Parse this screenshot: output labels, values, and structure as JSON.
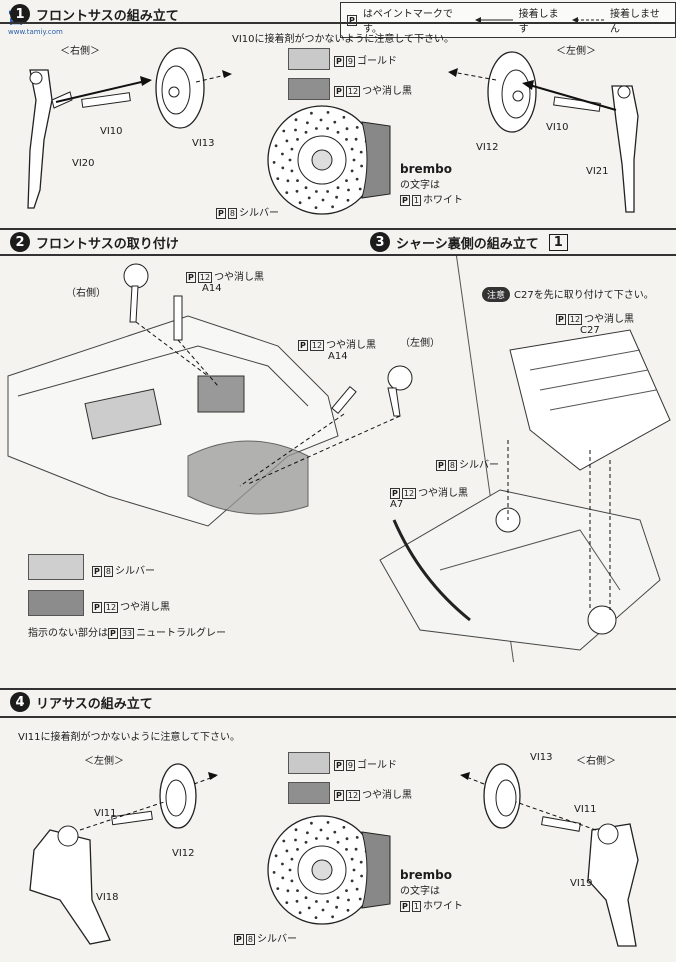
{
  "watermark": {
    "logo_text": "富",
    "site": "www.tamiy.com"
  },
  "legend": {
    "p_mark_note": "はペイントマークです。",
    "glue": "接着します",
    "no_glue": "接着しません"
  },
  "step1": {
    "number": "1",
    "title": "フロントサスの組み立て",
    "note": "VI10に接着剤がつかないように注意して下さい。",
    "right_side": "＜右側＞",
    "left_side": "＜左側＞",
    "parts": {
      "vi10a": "VI10",
      "vi13": "VI13",
      "vi20": "VI20",
      "vi10b": "VI10",
      "vi12": "VI12",
      "vi21": "VI21"
    },
    "paints": [
      {
        "num": "9",
        "label": "ゴールド",
        "color": "#c9c9c9"
      },
      {
        "num": "12",
        "label": "つや消し黒",
        "color": "#8f8f8f"
      }
    ],
    "brembo": "brembo",
    "brembo_sub": "の文字は",
    "white_num": "1",
    "white": "ホワイト",
    "silver_num": "8",
    "silver": "シルバー"
  },
  "step2": {
    "number": "2",
    "title": "フロントサスの取り付け",
    "right": "（右側）",
    "left": "（左側）",
    "paint_a": {
      "num": "12",
      "label": "つや消し黒",
      "part": "A14"
    },
    "paint_b": {
      "num": "12",
      "label": "つや消し黒",
      "part": "A14"
    },
    "swatches": [
      {
        "num": "8",
        "label": "シルバー",
        "color": "#cfcfcf"
      },
      {
        "num": "12",
        "label": "つや消し黒",
        "color": "#8c8c8c"
      }
    ],
    "footer_note_pre": "指示のない部分は",
    "footer_num": "33",
    "footer_note_post": "ニュートラルグレー"
  },
  "step3": {
    "number": "3",
    "title": "シャーシ裏側の組み立て",
    "box": "1",
    "note_pill": "注意",
    "note": "C27を先に取り付けて下さい。",
    "c27_paint": {
      "num": "12",
      "label": "つや消し黒",
      "part": "C27"
    },
    "silver": {
      "num": "8",
      "label": "シルバー"
    },
    "a7_paint": {
      "num": "12",
      "label": "つや消し黒",
      "part": "A7"
    }
  },
  "step4": {
    "number": "4",
    "title": "リアサスの組み立て",
    "note": "VI11に接着剤がつかないように注意して下さい。",
    "left_side": "＜左側＞",
    "right_side": "＜右側＞",
    "parts": {
      "vi11a": "VI11",
      "vi12": "VI12",
      "vi18": "VI18",
      "vi13": "VI13",
      "vi11b": "VI11",
      "vi19": "VI19"
    },
    "paints": [
      {
        "num": "9",
        "label": "ゴールド",
        "color": "#c9c9c9"
      },
      {
        "num": "12",
        "label": "つや消し黒",
        "color": "#8f8f8f"
      }
    ],
    "brembo": "brembo",
    "brembo_sub": "の文字は",
    "white_num": "1",
    "white": "ホワイト",
    "silver_num": "8",
    "silver": "シルバー"
  }
}
